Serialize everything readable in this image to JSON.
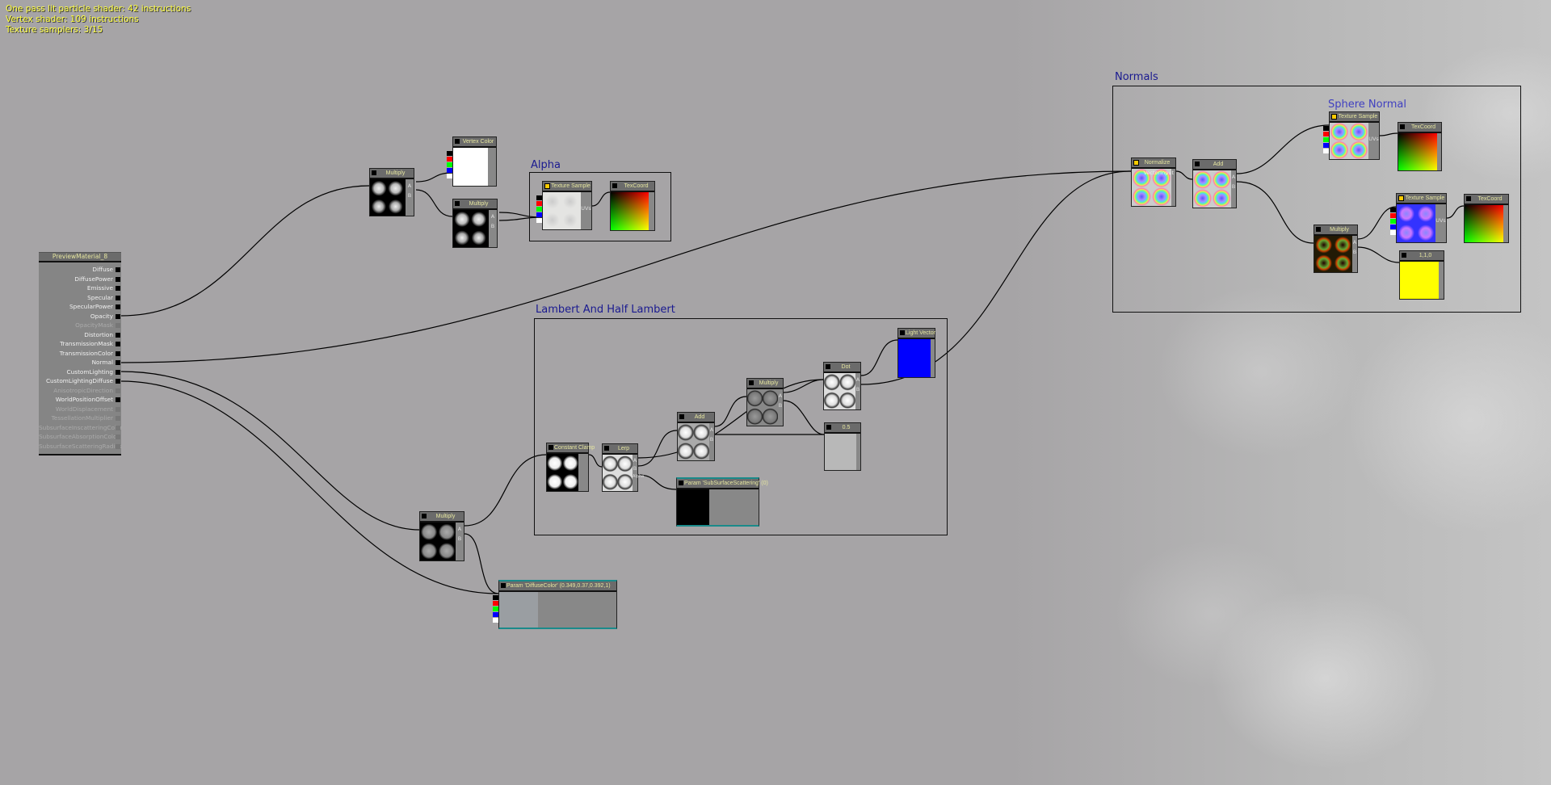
{
  "stats": {
    "line1": "One pass lit particle shader: 42 instructions",
    "line2": "Vertex shader: 109 instructions",
    "line3": "Texture samplers: 3/15"
  },
  "material": {
    "title": "PreviewMaterial_8",
    "inputs": [
      {
        "label": "Diffuse",
        "enabled": true
      },
      {
        "label": "DiffusePower",
        "enabled": true
      },
      {
        "label": "Emissive",
        "enabled": true
      },
      {
        "label": "Specular",
        "enabled": true
      },
      {
        "label": "SpecularPower",
        "enabled": true
      },
      {
        "label": "Opacity",
        "enabled": true
      },
      {
        "label": "OpacityMask",
        "enabled": false
      },
      {
        "label": "Distortion",
        "enabled": true
      },
      {
        "label": "TransmissionMask",
        "enabled": true
      },
      {
        "label": "TransmissionColor",
        "enabled": true
      },
      {
        "label": "Normal",
        "enabled": true
      },
      {
        "label": "CustomLighting",
        "enabled": true
      },
      {
        "label": "CustomLightingDiffuse",
        "enabled": true
      },
      {
        "label": "AnisotropicDirection",
        "enabled": false
      },
      {
        "label": "WorldPositionOffset",
        "enabled": true
      },
      {
        "label": "WorldDisplacement",
        "enabled": false
      },
      {
        "label": "TessellationMultiplier",
        "enabled": false
      },
      {
        "label": "SubsurfaceInscatteringColor",
        "enabled": false
      },
      {
        "label": "SubsurfaceAbsorptionColor",
        "enabled": false
      },
      {
        "label": "SubsurfaceScatteringRadius",
        "enabled": false
      }
    ]
  },
  "pins": {
    "a": "A",
    "b": "B",
    "uvs": "UVs",
    "alpha": "Alpha",
    "vector_input": "VectorInput"
  },
  "groups": {
    "alpha": "Alpha",
    "lambert": "Lambert And Half Lambert",
    "normals": "Normals",
    "sphere_normal": "Sphere Normal"
  },
  "nodes": {
    "multiply": "Multiply",
    "vertex_color": "Vertex Color",
    "texture_sample": "Texture Sample",
    "texcoord": "TexCoord",
    "constant_clamp": "Constant Clamp",
    "lerp": "Lerp",
    "add": "Add",
    "dot": "Dot",
    "light_vector": "Light Vector",
    "half": "0.5",
    "param_sss": "Param 'SubSurfaceScattering' (0)",
    "param_diffuse": "Param 'DiffuseColor' (0.349,0.37,0.392,1)",
    "normalize": "Normalize",
    "const_110": "1,1,0"
  },
  "colors": {
    "group_label": "#1a1a90",
    "stats_text": "#ffff40",
    "wire": "#000000"
  }
}
